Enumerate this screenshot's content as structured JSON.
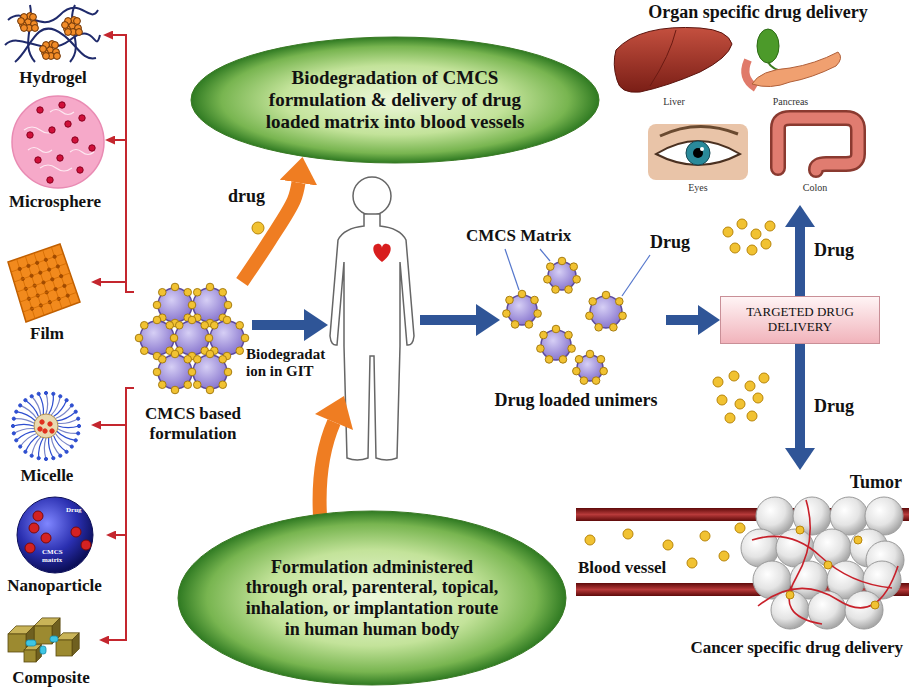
{
  "diagram": {
    "nodes": [
      {
        "text": [
          "Hydrogel"
        ]
      },
      {
        "text": [
          "Microsphere"
        ]
      },
      {
        "text": [
          "Film"
        ]
      },
      {
        "text": [
          "Micelle"
        ]
      },
      {
        "text": [
          "Nanoparticle"
        ]
      },
      {
        "text": [
          "Composite"
        ]
      },
      {
        "text": [
          "CMCS based formulation"
        ]
      },
      {
        "text": [
          "Biodegradation of CMCS formulation & delivery of drug loaded matrix into blood vessels"
        ]
      },
      {
        "text": [
          "Formulation administered through oral, parenteral, topical, inhalation, or implantation route in human human body"
        ]
      },
      {
        "text": [
          "Drug loaded unimers"
        ]
      },
      {
        "text": [
          "TARGETED DRUG DELIVERY"
        ]
      },
      {
        "text": [
          "Organ specific drug delivery"
        ]
      },
      {
        "text": [
          "Liver"
        ],
        "in": 11
      },
      {
        "text": [
          "Pancreas"
        ],
        "in": 11
      },
      {
        "text": [
          "Eyes"
        ],
        "in": 11
      },
      {
        "text": [
          "Colon"
        ],
        "in": 11
      },
      {
        "text": [
          "Tumor"
        ]
      }
    ],
    "edges": [
      {
        "from": 6,
        "to": 0,
        "arrow": "to"
      },
      {
        "from": 6,
        "to": 1,
        "arrow": "to"
      },
      {
        "from": 6,
        "to": 2,
        "arrow": "to"
      },
      {
        "from": 6,
        "to": 3,
        "arrow": "to"
      },
      {
        "from": 6,
        "to": 4,
        "arrow": "to"
      },
      {
        "from": 6,
        "to": 5,
        "arrow": "to"
      },
      {
        "from": 6,
        "to": 7,
        "arrow": "to"
      },
      {
        "from": 9,
        "to": 10,
        "arrow": "to"
      },
      {
        "from": 10,
        "to": 11,
        "arrow": "to",
        "label": "Drug"
      },
      {
        "from": 10,
        "to": 16,
        "arrow": "to",
        "label": "Drug"
      }
    ],
    "labels": [
      "Drug",
      "CMCS matrix",
      "drug",
      "Biodegradat ion in GIT",
      "CMCS Matrix",
      "Drug",
      "Blood vessel",
      "Cancer specific drug delivery"
    ]
  }
}
